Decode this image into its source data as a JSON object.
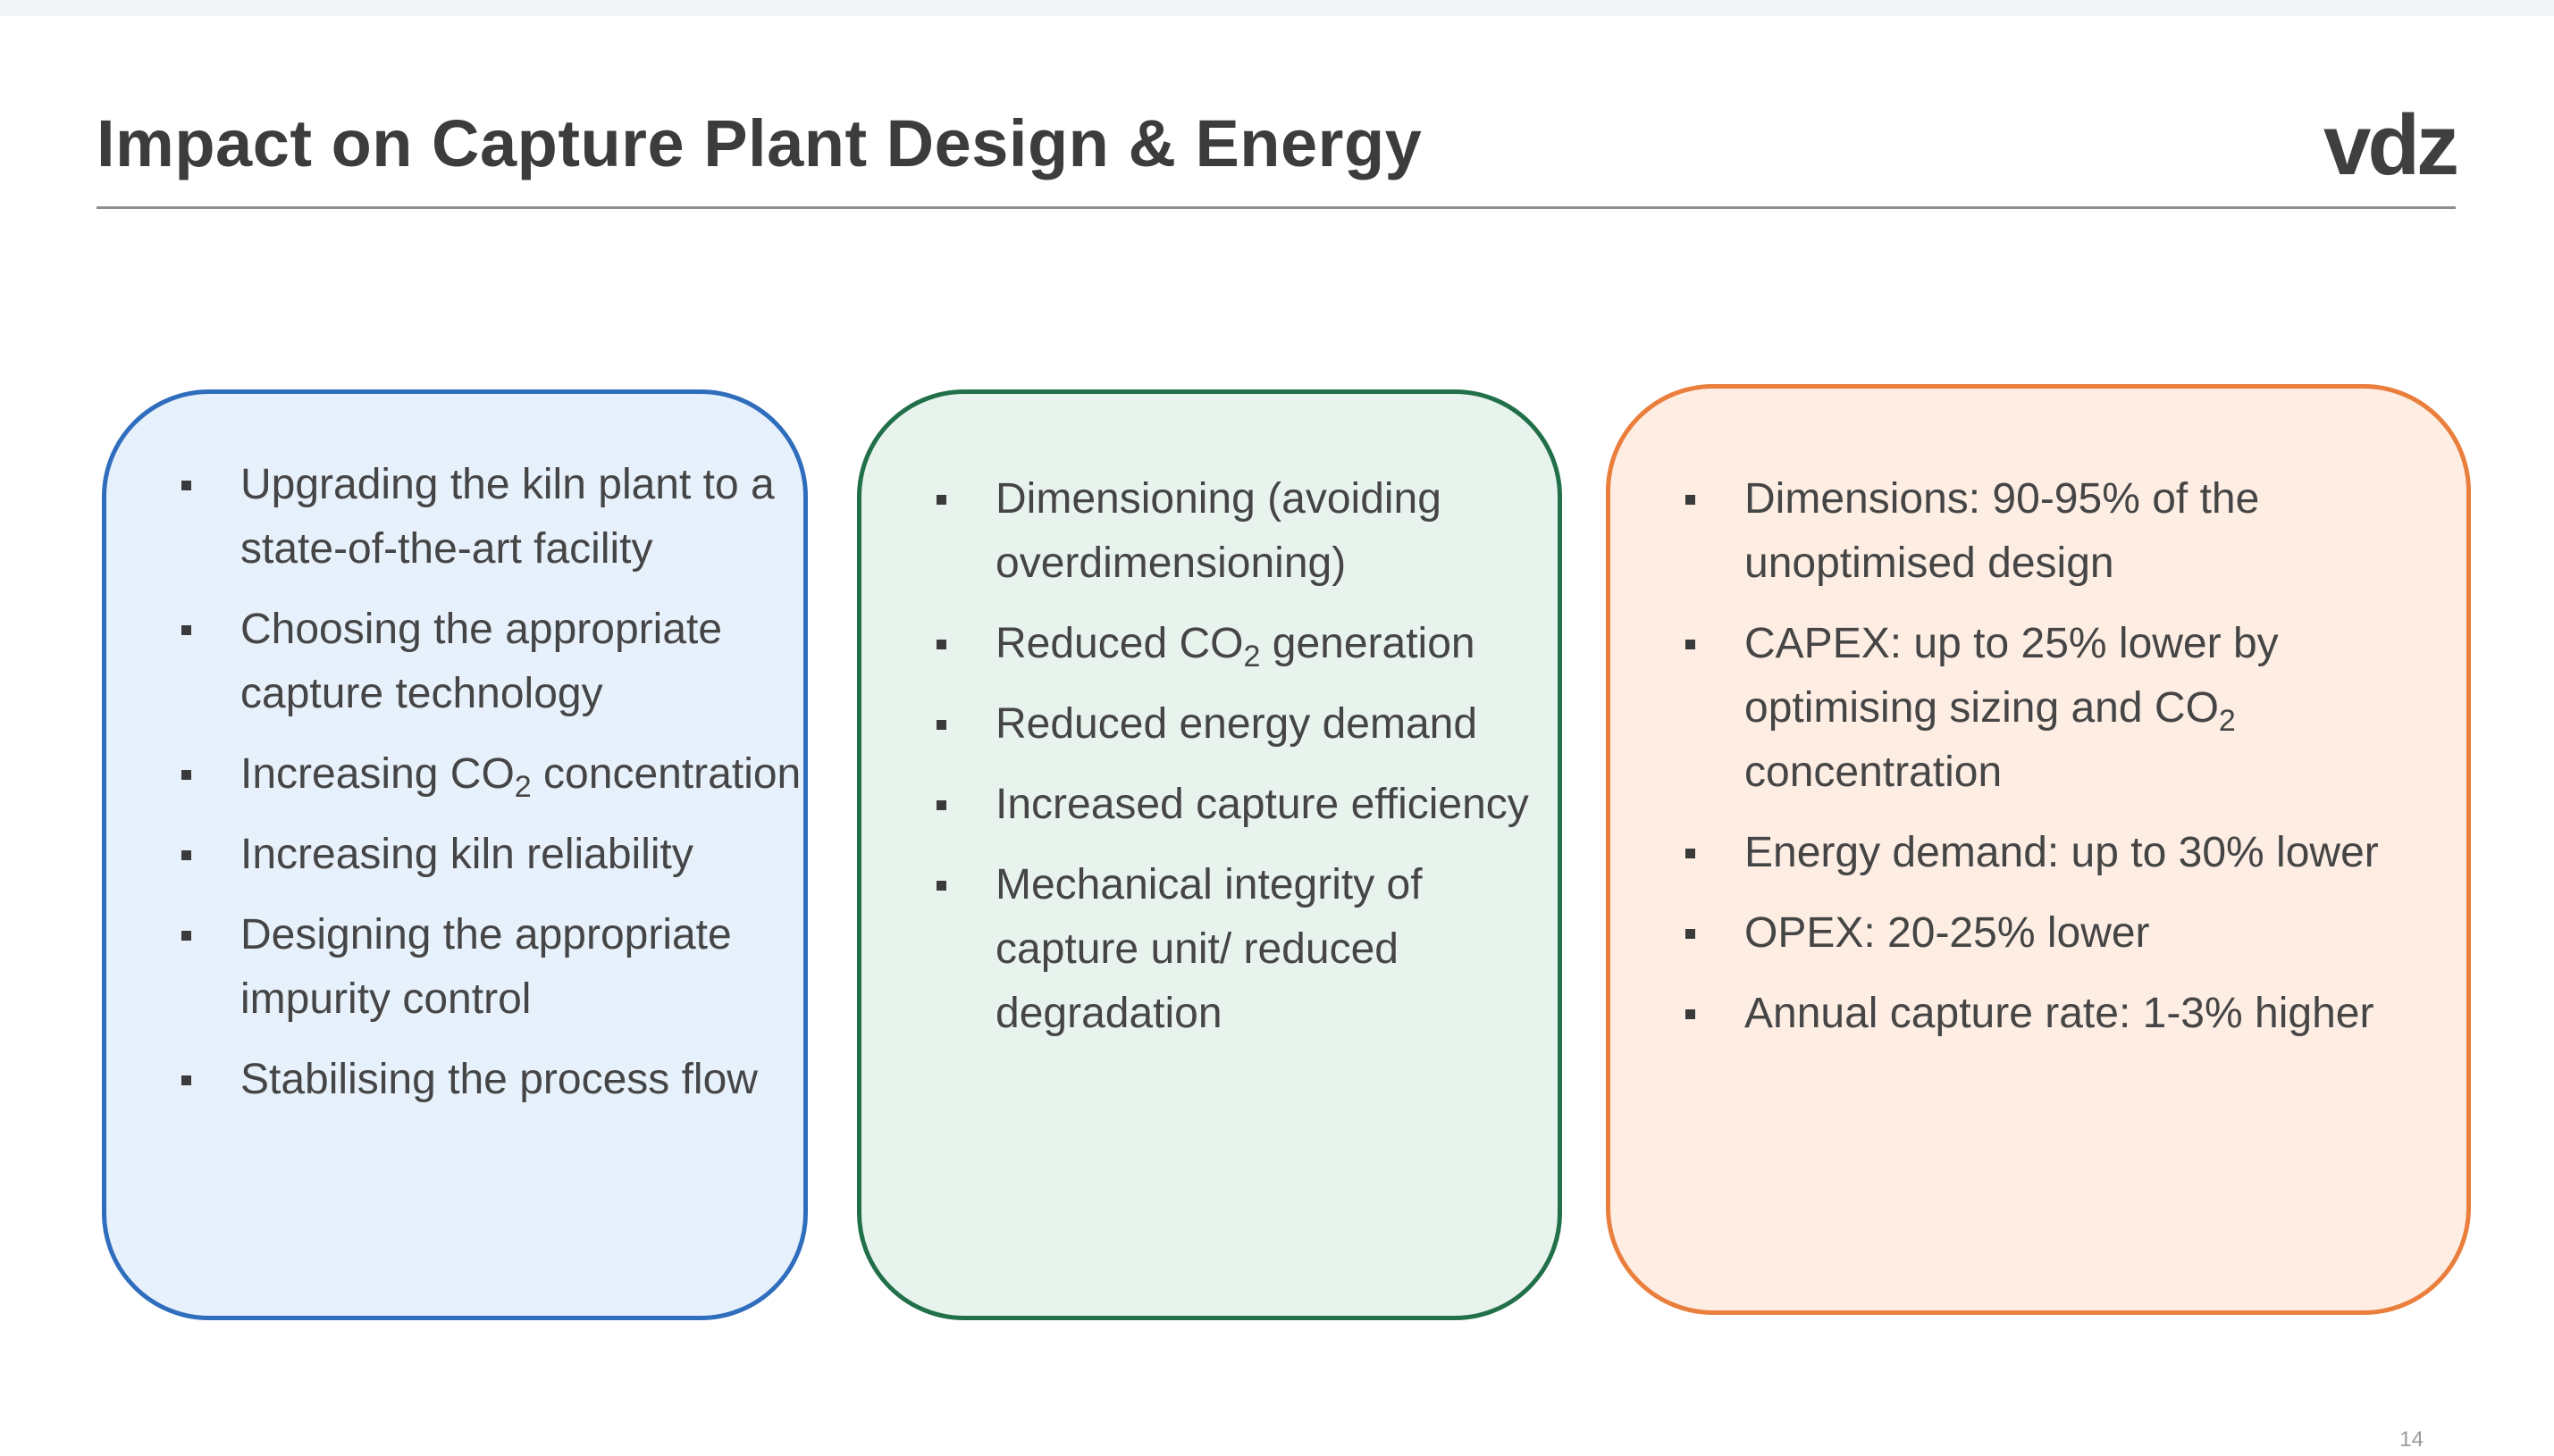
{
  "slide": {
    "title": "Impact on Capture Plant Design & Energy",
    "logo_text": "vdz",
    "page_number": "14"
  },
  "box_1": {
    "border_color": "#2f6dbd",
    "fill_color": "#e6f1fc",
    "items": [
      {
        "text": "Upgrading the kiln plant to a state-of-the-art facility"
      },
      {
        "text": "Choosing the appropriate capture technology"
      },
      {
        "text_before": "Increasing CO",
        "sub": "2",
        "text_after": " concentration"
      },
      {
        "text": "Increasing kiln reliability"
      },
      {
        "text": "Designing the appropriate impurity control"
      },
      {
        "text": "Stabilising the process flow"
      }
    ]
  },
  "box_2": {
    "border_color": "#21704a",
    "fill_color": "#e8f3ee",
    "items": [
      {
        "text": "Dimensioning (avoiding overdimensioning)"
      },
      {
        "text_before": "Reduced CO",
        "sub": "2",
        "text_after": " generation"
      },
      {
        "text": "Reduced energy demand"
      },
      {
        "text": "Increased capture efficiency"
      },
      {
        "text": "Mechanical integrity of capture unit/ reduced degradation"
      }
    ]
  },
  "box_3": {
    "border_color": "#ea7e3c",
    "fill_color": "#fdede3",
    "items": [
      {
        "text": "Dimensions: 90-95% of the unoptimised design"
      },
      {
        "text_before": "CAPEX: up to 25% lower by optimising sizing and CO",
        "sub": "2",
        "text_after": " concentration"
      },
      {
        "text": "Energy demand: up to 30% lower"
      },
      {
        "text": "OPEX: 20-25% lower"
      },
      {
        "text": "Annual capture rate: 1-3% higher"
      }
    ]
  }
}
